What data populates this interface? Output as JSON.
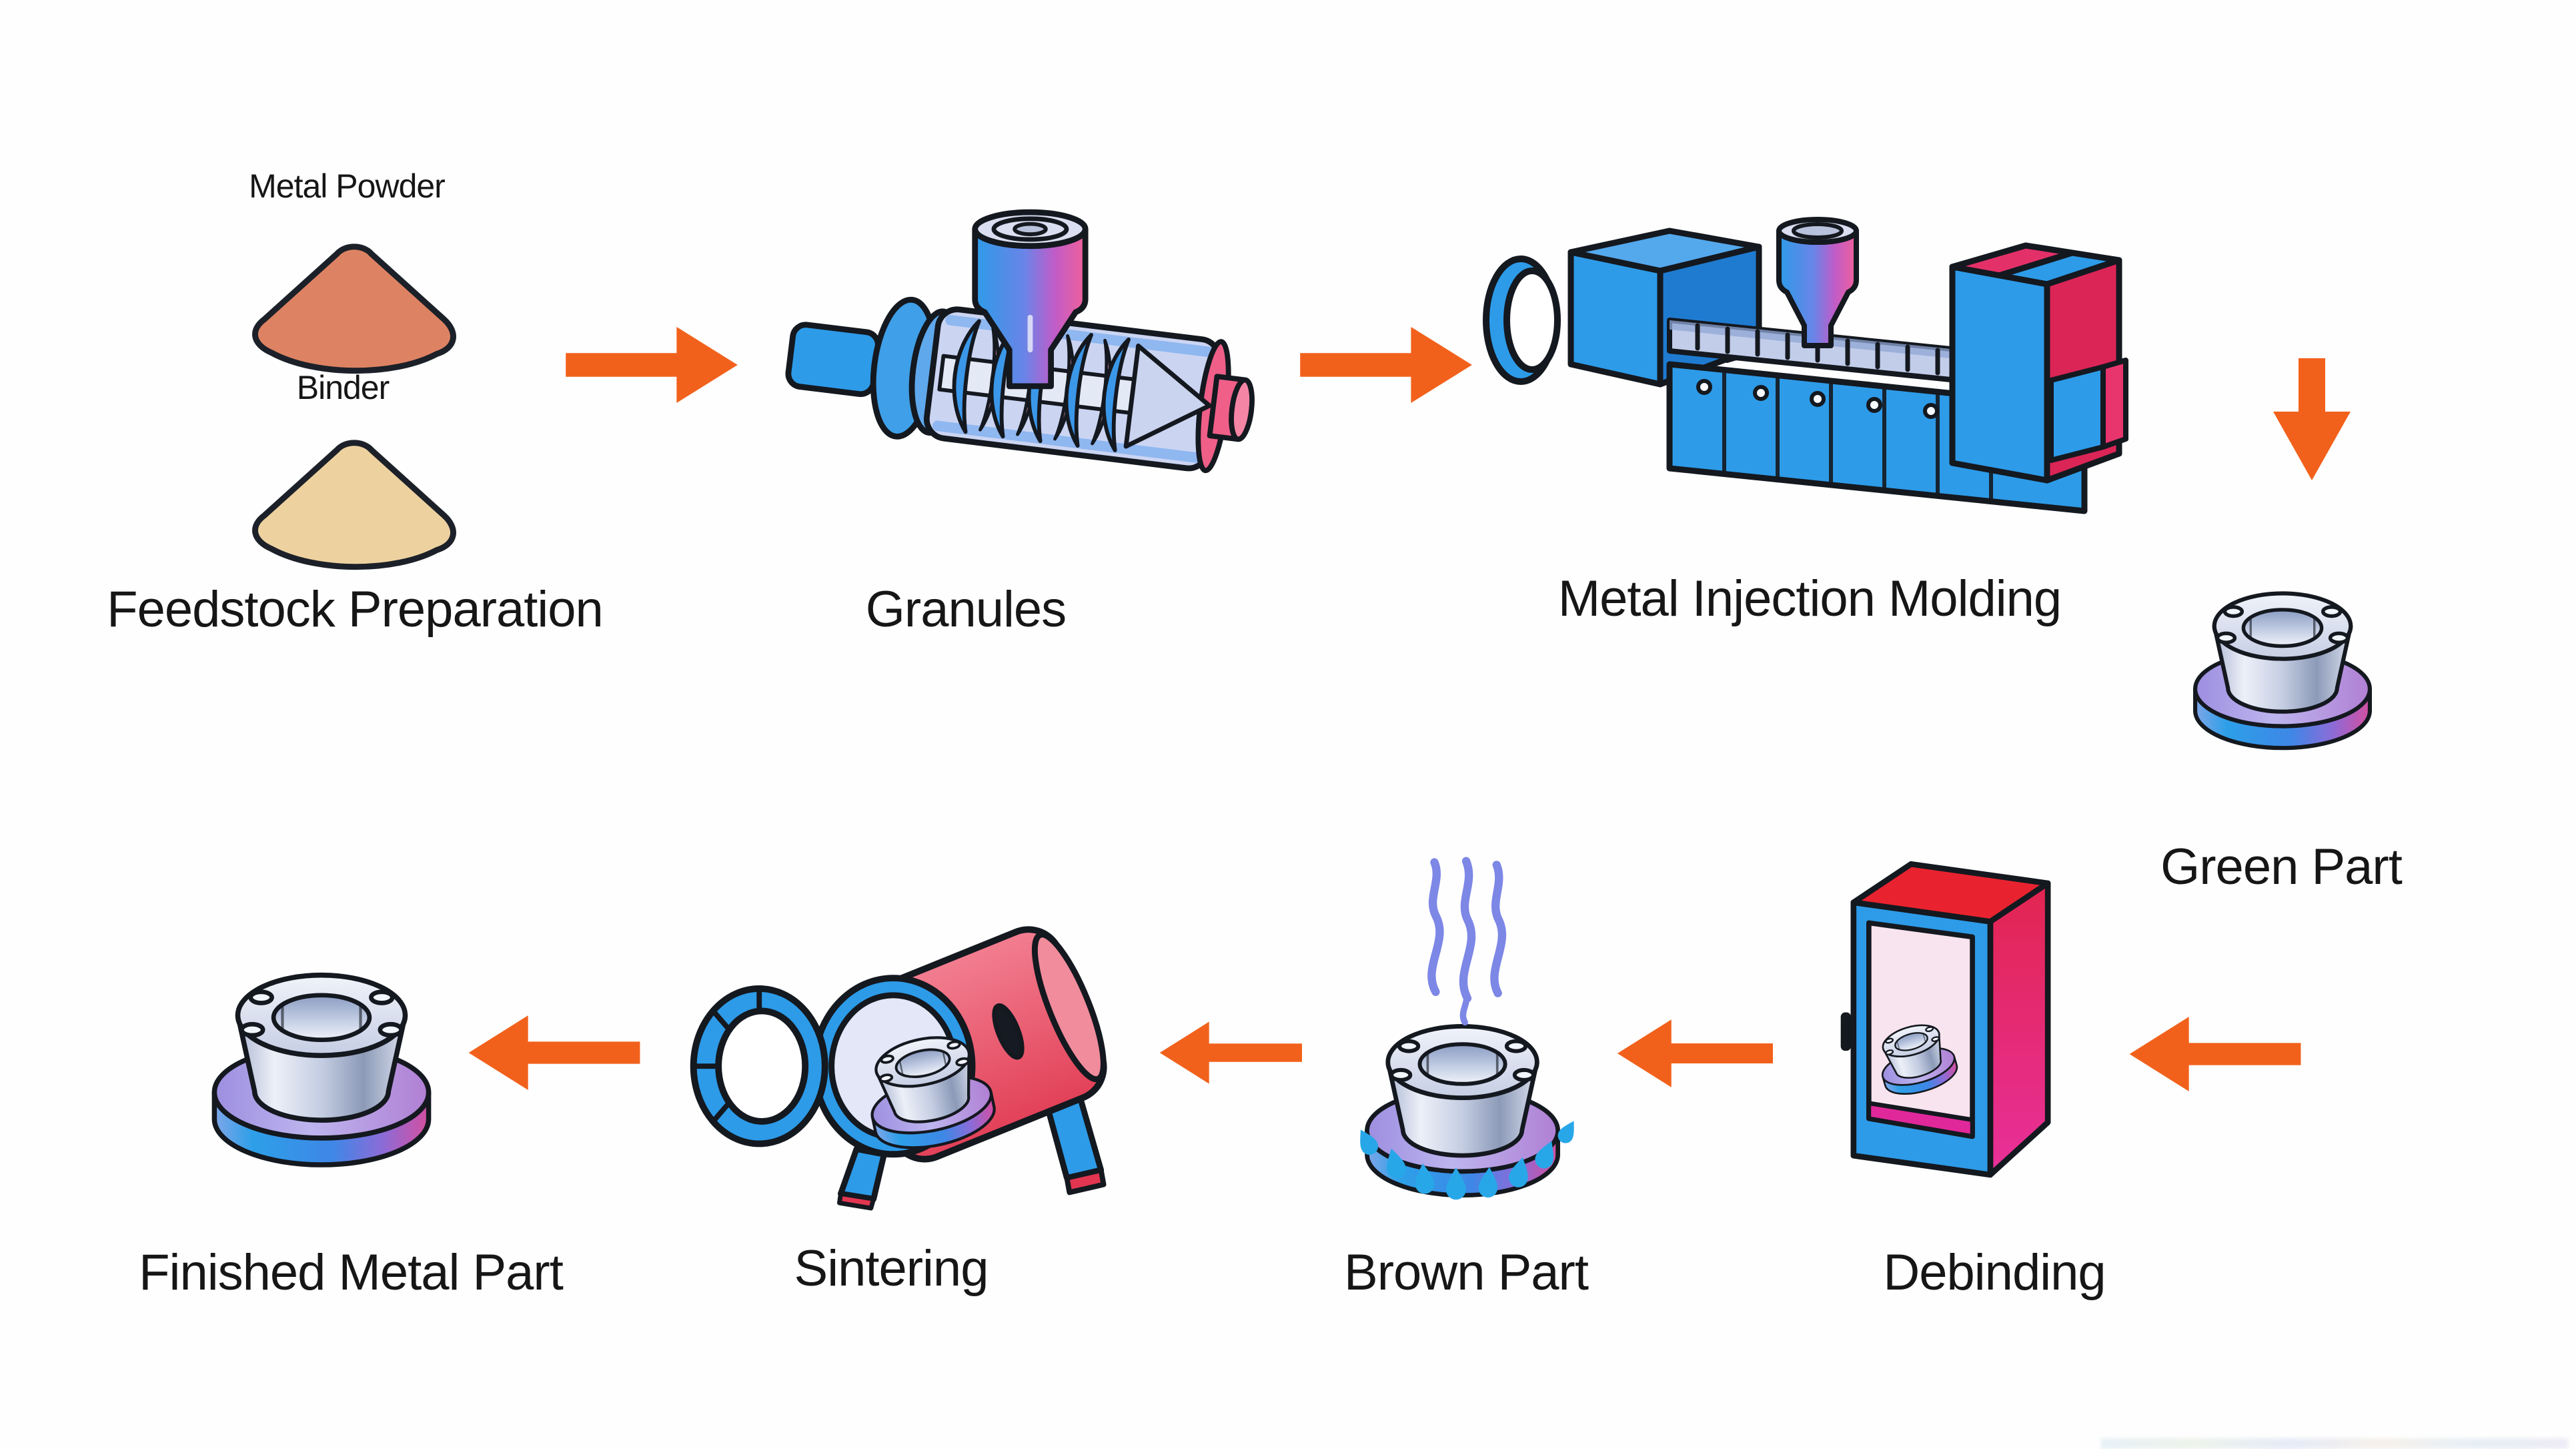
{
  "diagram": {
    "stage_labels": {
      "feedstock": "Feedstock Preparation",
      "granules": "Granules",
      "mim": "Metal Injection Molding",
      "green_part": "Green Part",
      "debinding": "Debinding",
      "brown_part": "Brown Part",
      "sintering": "Sintering",
      "finished": "Finished Metal Part"
    },
    "material_labels": {
      "metal_powder": "Metal Powder",
      "binder": "Binder"
    },
    "flow_order": [
      "Feedstock Preparation",
      "Granules",
      "Metal Injection Molding",
      "Green Part",
      "Debinding",
      "Brown Part",
      "Sintering",
      "Finished Metal Part"
    ],
    "colors": {
      "arrow_orange": "#F2611C",
      "machine_blue": "#2D9BE8",
      "accent_crimson": "#E02860",
      "accent_red": "#E8232F",
      "metal_powder_fill": "#DD8363",
      "binder_fill": "#EDD2A0",
      "steam_blue": "#7D87E6",
      "droplet_blue": "#28A7E8",
      "part_base_purple": "#BDB5EE",
      "outline": "#14181F",
      "background": "#FEFEFE"
    }
  }
}
